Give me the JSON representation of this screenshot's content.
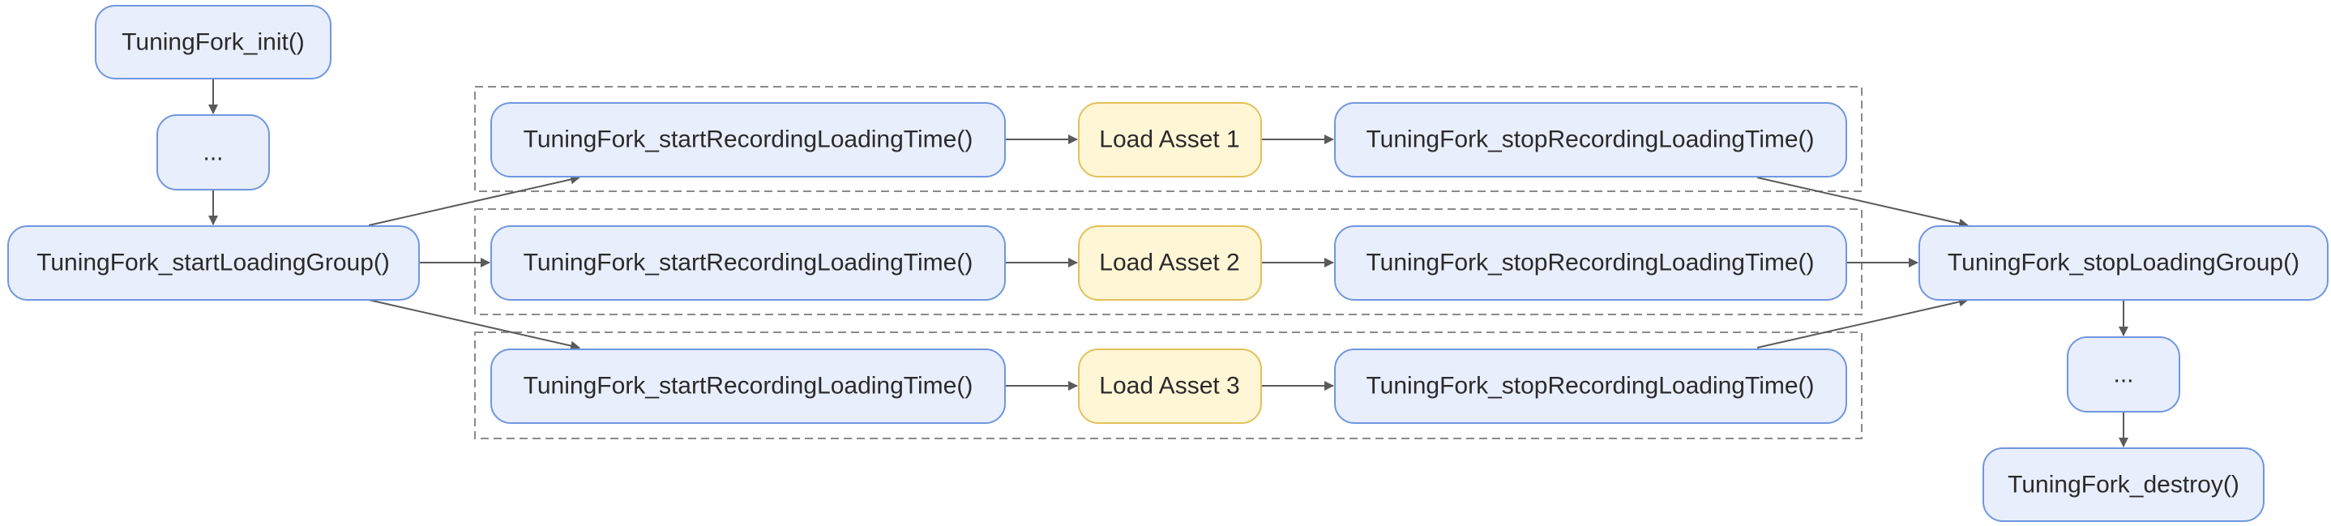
{
  "nodes": {
    "init": "TuningFork_init()",
    "ellipsis_top": "...",
    "start_group": "TuningFork_startLoadingGroup()",
    "start_rec_1": "TuningFork_startRecordingLoadingTime()",
    "asset_1": "Load Asset 1",
    "stop_rec_1": "TuningFork_stopRecordingLoadingTime()",
    "start_rec_2": "TuningFork_startRecordingLoadingTime()",
    "asset_2": "Load Asset 2",
    "stop_rec_2": "TuningFork_stopRecordingLoadingTime()",
    "start_rec_3": "TuningFork_startRecordingLoadingTime()",
    "asset_3": "Load Asset 3",
    "stop_rec_3": "TuningFork_stopRecordingLoadingTime()",
    "stop_group": "TuningFork_stopLoadingGroup()",
    "ellipsis_bottom": "...",
    "destroy": "TuningFork_destroy()"
  },
  "colors": {
    "function_fill": "#e8eefb",
    "function_border": "#6f97e0",
    "asset_fill": "#fff6d6",
    "asset_border": "#e3c05a",
    "edge": "#5a5a5a",
    "group_border": "#8a8a8a"
  }
}
